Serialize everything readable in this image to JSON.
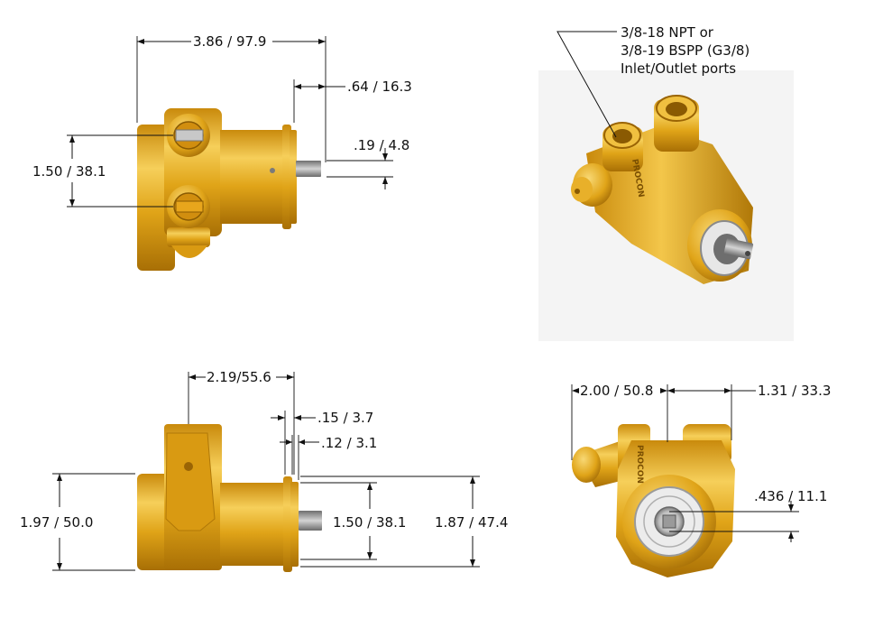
{
  "dimensions": {
    "top_length": "3.86 / 97.9",
    "top_flange": ".64 / 16.3",
    "top_shaft_dia": ".19 / 4.8",
    "top_port_spacing": "1.50 / 38.1",
    "side_port_offset": "2.19/55.6",
    "side_flange_a": ".15 / 3.7",
    "side_flange_b": ".12 / 3.1",
    "side_height": "1.97 / 50.0",
    "side_shaft_height": "1.50 / 38.1",
    "side_flange_height": "1.87 / 47.4",
    "front_width_left": "2.00 / 50.8",
    "front_width_right": "1.31 / 33.3",
    "front_shaft_offset": ".436 / 11.1"
  },
  "ports_note": [
    "3/8-18 NPT or",
    "3/8-19 BSPP (G3/8)",
    "Inlet/Outlet ports"
  ],
  "brand_mark": "PROCON",
  "colors": {
    "brass": "#E0A418",
    "brass_dark": "#A86F05",
    "brass_light": "#F6CF5A",
    "steel": "#9A9A9A"
  }
}
